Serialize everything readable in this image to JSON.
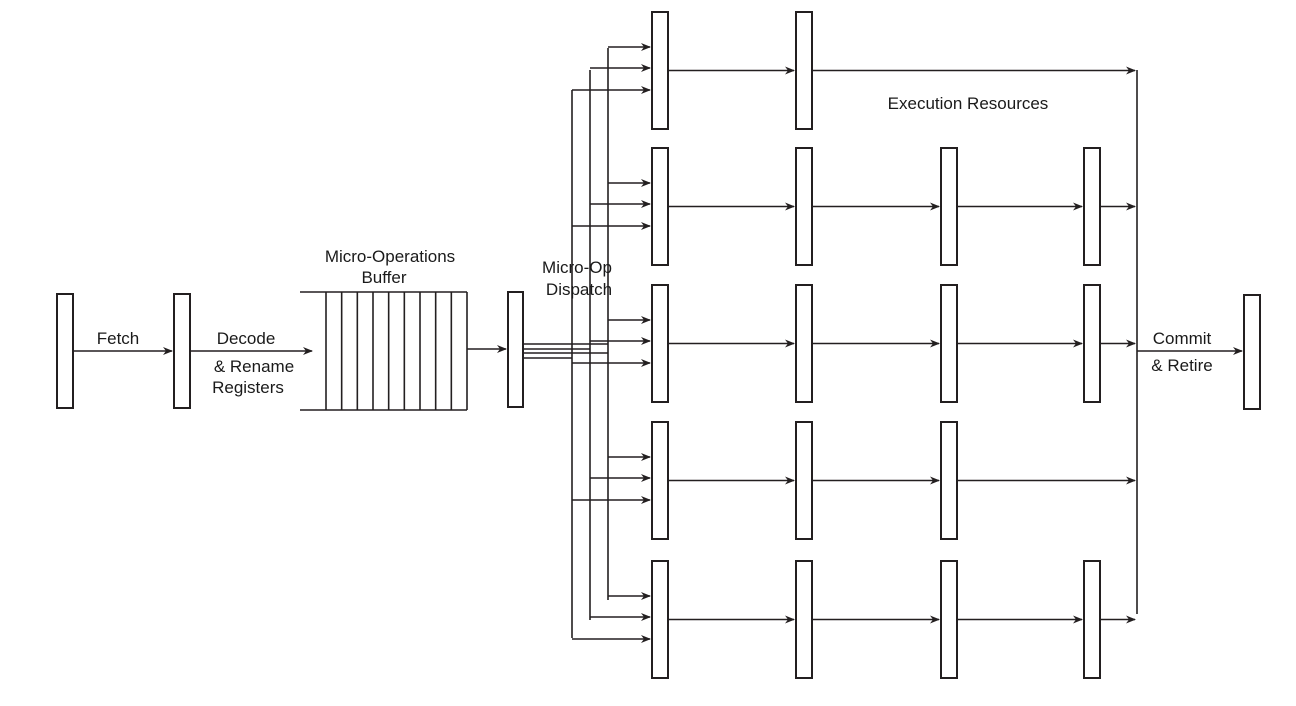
{
  "labels": {
    "fetch": "Fetch",
    "decode_line1": "Decode",
    "decode_line2": "& Rename",
    "decode_line3": "Registers",
    "buffer_line1": "Micro-Operations",
    "buffer_line2": "Buffer",
    "dispatch_line1": "Micro-Op",
    "dispatch_line2": "Dispatch",
    "execution": "Execution Resources",
    "commit_line1": "Commit",
    "commit_line2": "& Retire"
  },
  "pipeline": {
    "buffer_slots": 10,
    "execution_units": [
      {
        "stages": 2
      },
      {
        "stages": 4
      },
      {
        "stages": 4
      },
      {
        "stages": 3
      },
      {
        "stages": 4
      }
    ],
    "dispatch_arrows_per_unit": 3
  },
  "colors": {
    "stroke": "#231f20",
    "background": "#ffffff",
    "text": "#1a1a1a"
  }
}
